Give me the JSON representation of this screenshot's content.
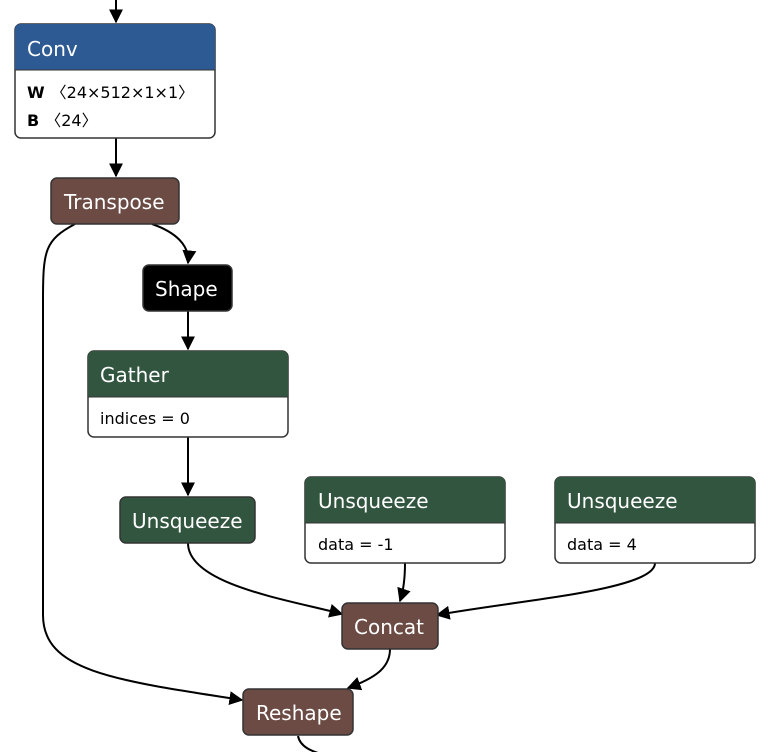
{
  "colors": {
    "conv": "#2e5a93",
    "layout": "#6b4b44",
    "shape": "#000000",
    "transform": "#32553f",
    "border": "#333333"
  },
  "nodes": {
    "conv": {
      "title": "Conv",
      "attrs": [
        {
          "name": "W",
          "value": "〈24×512×1×1〉"
        },
        {
          "name": "B",
          "value": "〈24〉"
        }
      ]
    },
    "transpose": {
      "title": "Transpose"
    },
    "shape": {
      "title": "Shape"
    },
    "gather": {
      "title": "Gather",
      "attr": "indices = 0"
    },
    "unsqueeze_a": {
      "title": "Unsqueeze"
    },
    "unsqueeze_b": {
      "title": "Unsqueeze",
      "attr": "data = -1"
    },
    "unsqueeze_c": {
      "title": "Unsqueeze",
      "attr": "data = 4"
    },
    "concat": {
      "title": "Concat"
    },
    "reshape": {
      "title": "Reshape"
    }
  }
}
